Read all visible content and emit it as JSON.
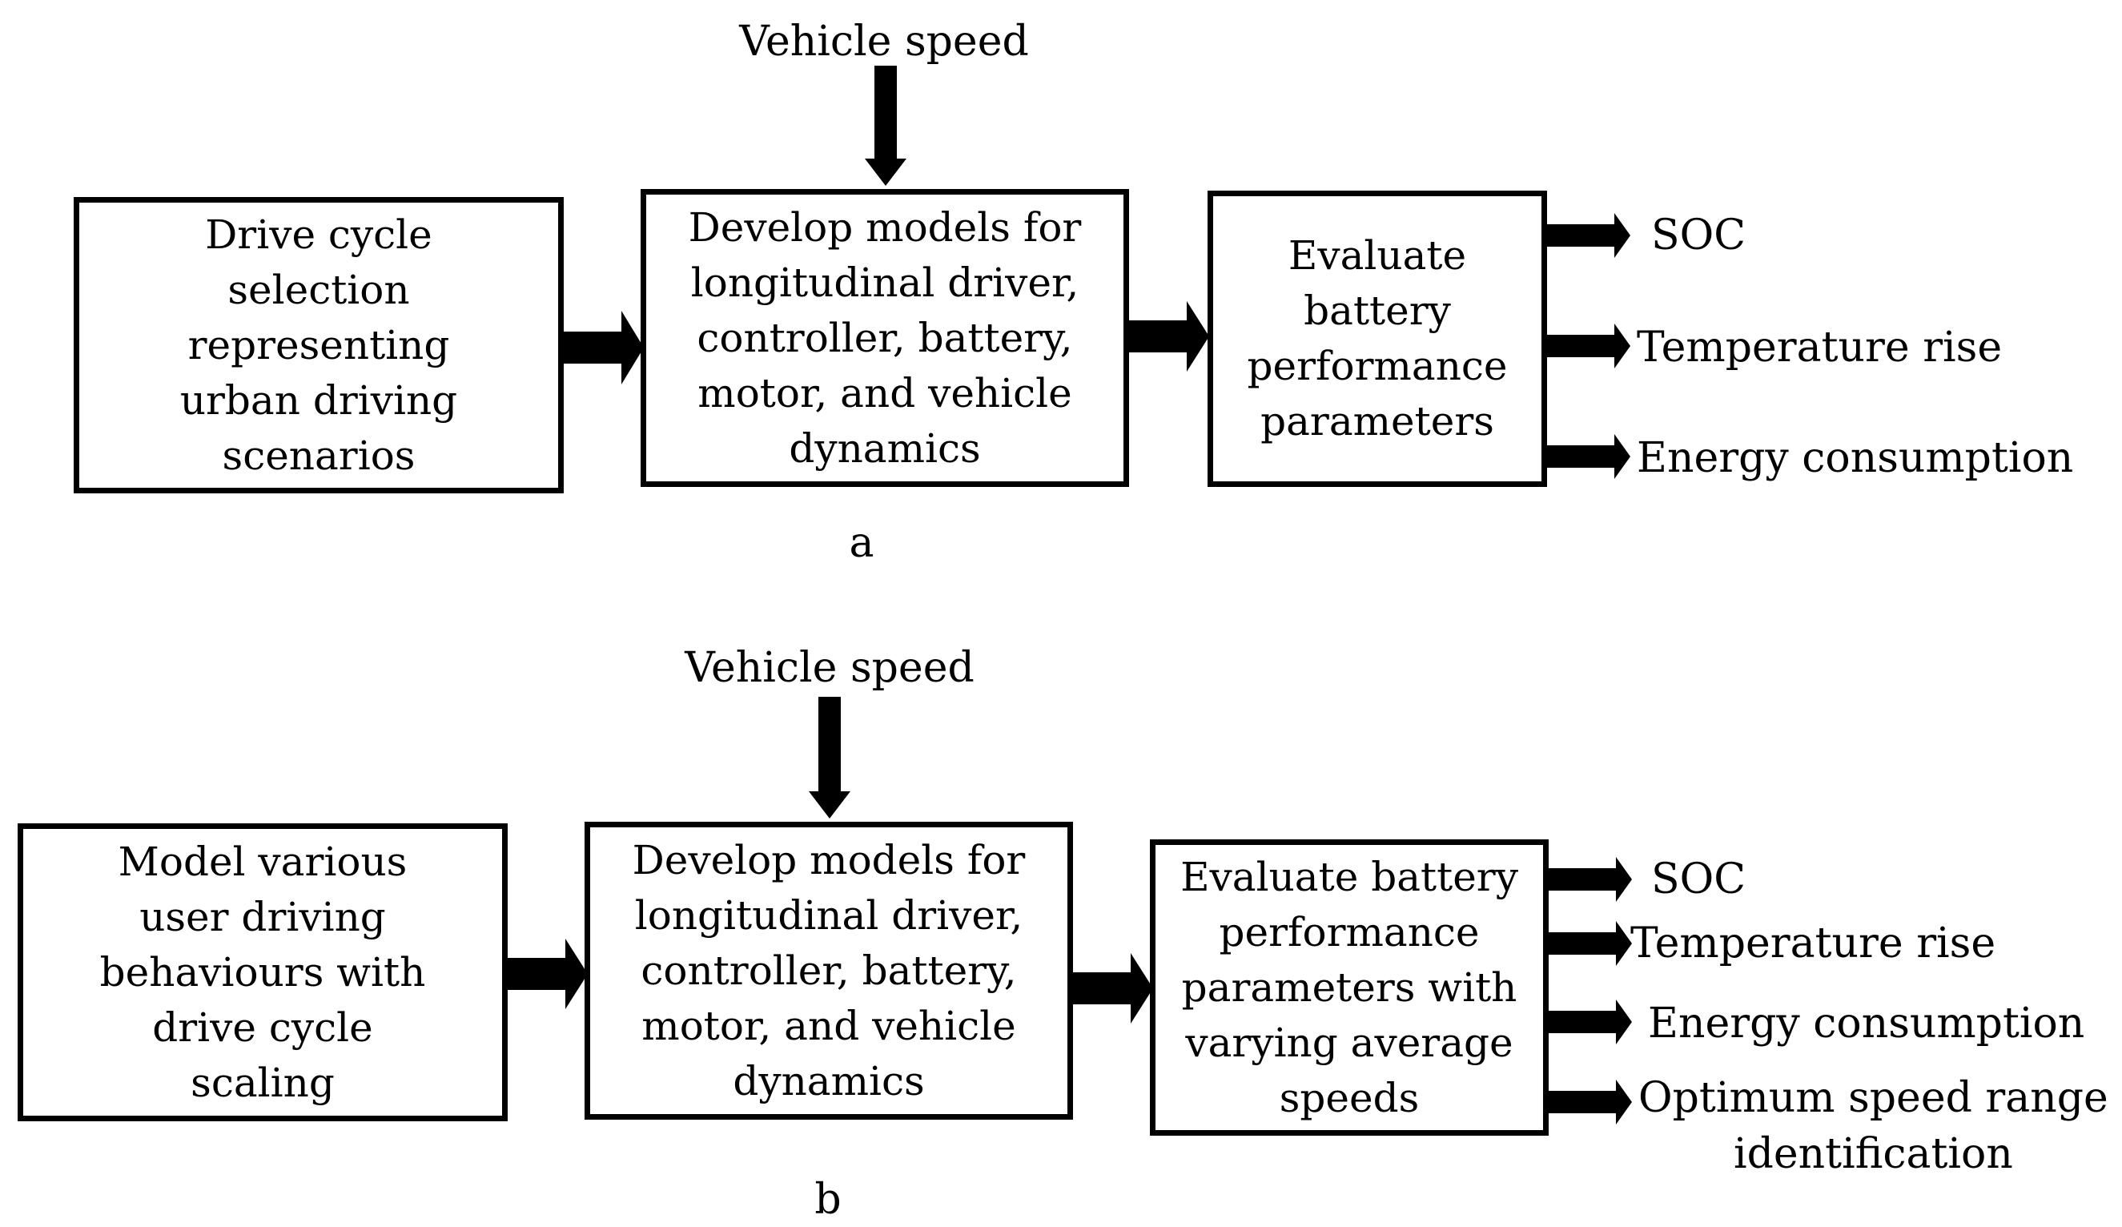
{
  "diagram_a": {
    "input_label": "Vehicle speed",
    "boxes": [
      "Drive cycle\nselection\nrepresenting\nurban driving\nscenarios",
      "Develop models for\nlongitudinal driver,\ncontroller, battery,\nmotor, and vehicle\ndynamics",
      "Evaluate\nbattery\nperformance\nparameters"
    ],
    "outputs": [
      "SOC",
      "Temperature rise",
      "Energy consumption"
    ],
    "caption": "a"
  },
  "diagram_b": {
    "input_label": "Vehicle speed",
    "boxes": [
      "Model various\nuser driving\nbehaviours with\ndrive cycle\nscaling",
      "Develop models for\nlongitudinal driver,\ncontroller, battery,\nmotor,  and vehicle\ndynamics",
      "Evaluate battery\nperformance\nparameters with\nvarying average\nspeeds"
    ],
    "outputs": [
      "SOC",
      "Temperature rise",
      "Energy consumption",
      "Optimum speed range\nidentification"
    ],
    "caption": "b"
  }
}
